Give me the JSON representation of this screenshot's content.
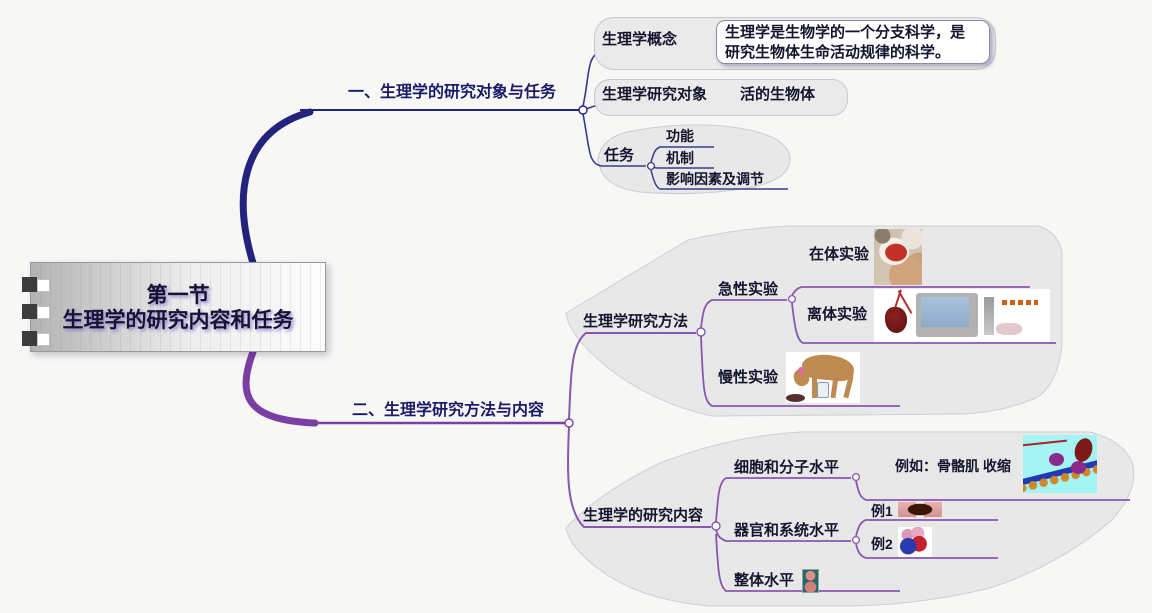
{
  "colors": {
    "navy": "#23237d",
    "purple": "#7b3fa3",
    "sub_purple": "#8a56b0",
    "blob_fill": "#e9e8e8"
  },
  "central": {
    "line1": "第一节",
    "line2": "生理学的研究内容和任务"
  },
  "branch1": {
    "label": "一、生理学的研究对象与任务",
    "concept": {
      "label": "生理学概念",
      "desc1": "生理学是生物学的一个分支科学，是",
      "desc2": "研究生物体生命活动规律的科学。"
    },
    "object": {
      "label": "生理学研究对象",
      "value": "活的生物体"
    },
    "task": {
      "label": "任务",
      "items": [
        "功能",
        "机制",
        "影响因素及调节"
      ]
    }
  },
  "branch2": {
    "label": "二、生理学研究方法与内容",
    "methods": {
      "label": "生理学研究方法",
      "acute": {
        "label": "急性实验",
        "invivo": "在体实验",
        "exvivo": "离体实验"
      },
      "chronic": {
        "label": "慢性实验"
      }
    },
    "content": {
      "label": "生理学的研究内容",
      "cell": {
        "label": "细胞和分子水平",
        "example": "例如：骨骼肌 收缩"
      },
      "organ": {
        "label": "器官和系统水平",
        "ex1": "例1",
        "ex2": "例2"
      },
      "whole": {
        "label": "整体水平"
      }
    }
  },
  "images": {
    "invivo": "animal-surgery-photo",
    "exvivo": "isolated-organ-and-monitor-photo",
    "chronic": "pavlov-dog-fistula-illustration",
    "muscle": "actin-myosin-molecule-model",
    "vessel": "blood-vessel-segment",
    "heart": "heart-illustration",
    "body": "human-figure"
  }
}
